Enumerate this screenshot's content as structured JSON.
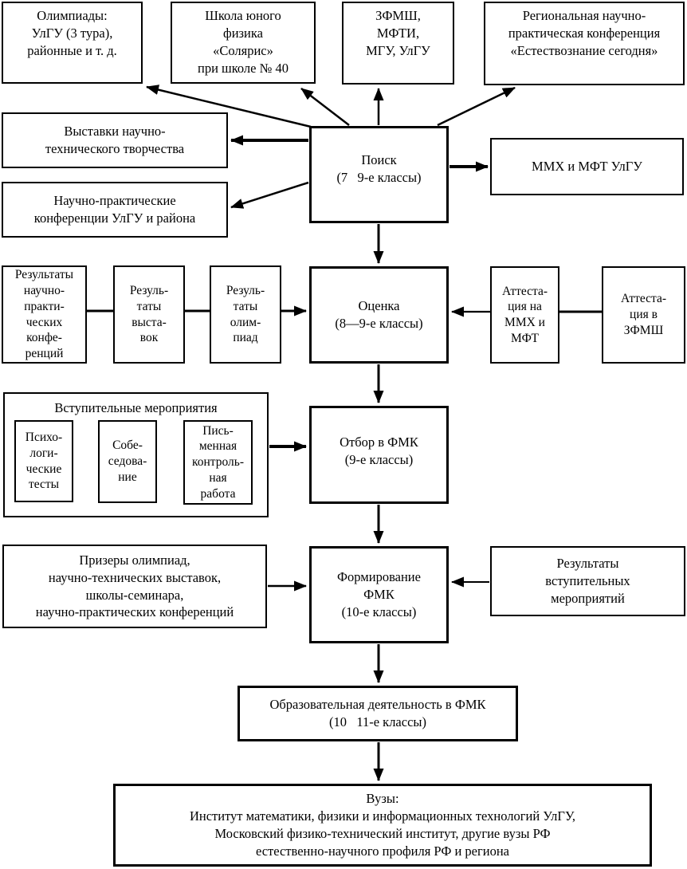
{
  "title": "Схема работы с учащимися: от поиска до вузов",
  "colors": {
    "ink": "#000000",
    "background": "#ffffff"
  },
  "nodes": {
    "olympiads": "Олимпиады:\nУлГУ (3 тура),\nрайонные и т. д.",
    "school": "Школа юного\nфизика\n«Солярис»\nпри школе № 40",
    "zfmsh": "ЗФМШ,\nМФТИ,\nМГУ, УлГУ",
    "regconf": "Региональная научно-\nпрактическая конференция\n«Естествознание сегодня»",
    "exhibitions": "Выставки научно-\nтехнического творчества",
    "npconf": "Научно-практические\nконференции УлГУ и района",
    "poisk": "Поиск\n(7   9-е классы)",
    "mmh": "ММХ и МФТ УлГУ",
    "res_conf": "Результаты\nнаучно-\nпракти-\nческих\nконфе-\nренций",
    "res_exh": "Резуль-\nтаты\nвыста-\nвок",
    "res_olymp": "Резуль-\nтаты\nолим-\nпиад",
    "ocenka": "Оценка\n(8—9-е классы)",
    "att_mmh": "Аттеста-\nция на\nММХ и\nМФТ",
    "att_zfmsh": "Аттеста-\nция в\nЗФМШ",
    "entrance_title": "Вступительные мероприятия",
    "psycho": "Психо-\nлоги-\nческие\nтесты",
    "interview": "Собе-\nседова-\nние",
    "written": "Пись-\nменная\nконтроль-\nная\nработа",
    "otbor": "Отбор в ФМК\n(9-е классы)",
    "prizery": "Призеры олимпиад,\nнаучно-технических выставок,\nшколы-семинара,\nнаучно-практических конференций",
    "formir": "Формирование\nФМК\n(10-е классы)",
    "res_vstup": "Результаты\nвступительных\nмероприятий",
    "obrazov": "Образовательная деятельность в ФМК\n(10   11-е классы)",
    "vuzy": "Вузы:\nИнститут математики, физики и информационных технологий УлГУ,\nМосковский физико-технический институт, другие вузы РФ\nестественно-научного профиля РФ и региона"
  }
}
